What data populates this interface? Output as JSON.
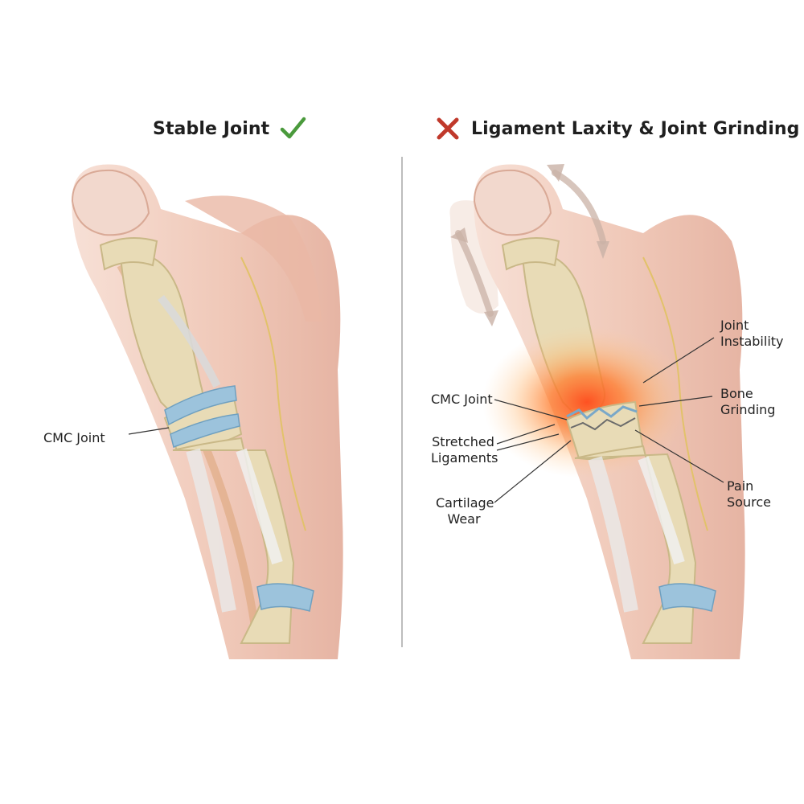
{
  "left_panel": {
    "title": "Stable Joint",
    "title_icon": "check-mark-icon",
    "labels": {
      "cmc_joint": "CMC Joint"
    }
  },
  "right_panel": {
    "title": "Ligament Laxity & Joint Grinding",
    "title_icon": "cross-mark-icon",
    "labels": {
      "cmc_joint": "CMC Joint",
      "stretched_1": "Stretched",
      "stretched_2": "Ligaments",
      "cartilage_1": "Cartilage",
      "cartilage_2": "Wear",
      "instability_1": "Joint",
      "instability_2": "Instability",
      "bone_1": "Bone",
      "bone_2": "Grinding",
      "pain_1": "Pain",
      "pain_2": "Source"
    }
  },
  "colors": {
    "check": "#4a9a3c",
    "cross": "#c0392b",
    "skin": "#f3d3c6",
    "bone": "#e7d9b3",
    "cartilage": "#9cc3dc",
    "inflammation": "#f26b2a"
  }
}
